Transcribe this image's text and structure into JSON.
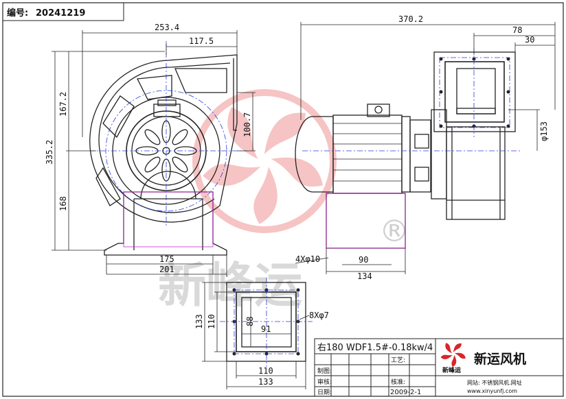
{
  "header": {
    "code_label": "编号:",
    "code_value": "20241219"
  },
  "watermark": {
    "name": "新峰运",
    "registered": "®"
  },
  "dimensions": {
    "front": {
      "width_total": "253.4",
      "width_half": "117.5",
      "height_total": "335.2",
      "height_upper": "167.2",
      "height_lower": "168",
      "outlet_height": "100.7",
      "base_inner": "175",
      "base_outer": "201"
    },
    "side": {
      "length_total": "370.2",
      "flange": "78",
      "flange_edge": "30",
      "inlet_diameter": "φ153",
      "holes": "4Xφ10",
      "base_inner": "90",
      "base_outer": "134"
    },
    "flange": {
      "outer_h": "133",
      "inner_h": "110",
      "opening_h": "88",
      "opening_w": "91",
      "holes": "8Xφ7",
      "inner_w": "110",
      "outer_w": "133"
    }
  },
  "title_block": {
    "model": "右180 WDF1.5#-0.18kw/4",
    "drawn_label": "制图:",
    "review_label": "审核:",
    "date_label": "日期:",
    "process_label": "工艺:",
    "check_label": "核准:",
    "date_value": "2009-2-1",
    "company_logo_text": "新峰运",
    "company_name": "新运风机",
    "website_label": "网站: 不锈钢风机.网址",
    "website_url": "www.xinyunfj.com"
  }
}
